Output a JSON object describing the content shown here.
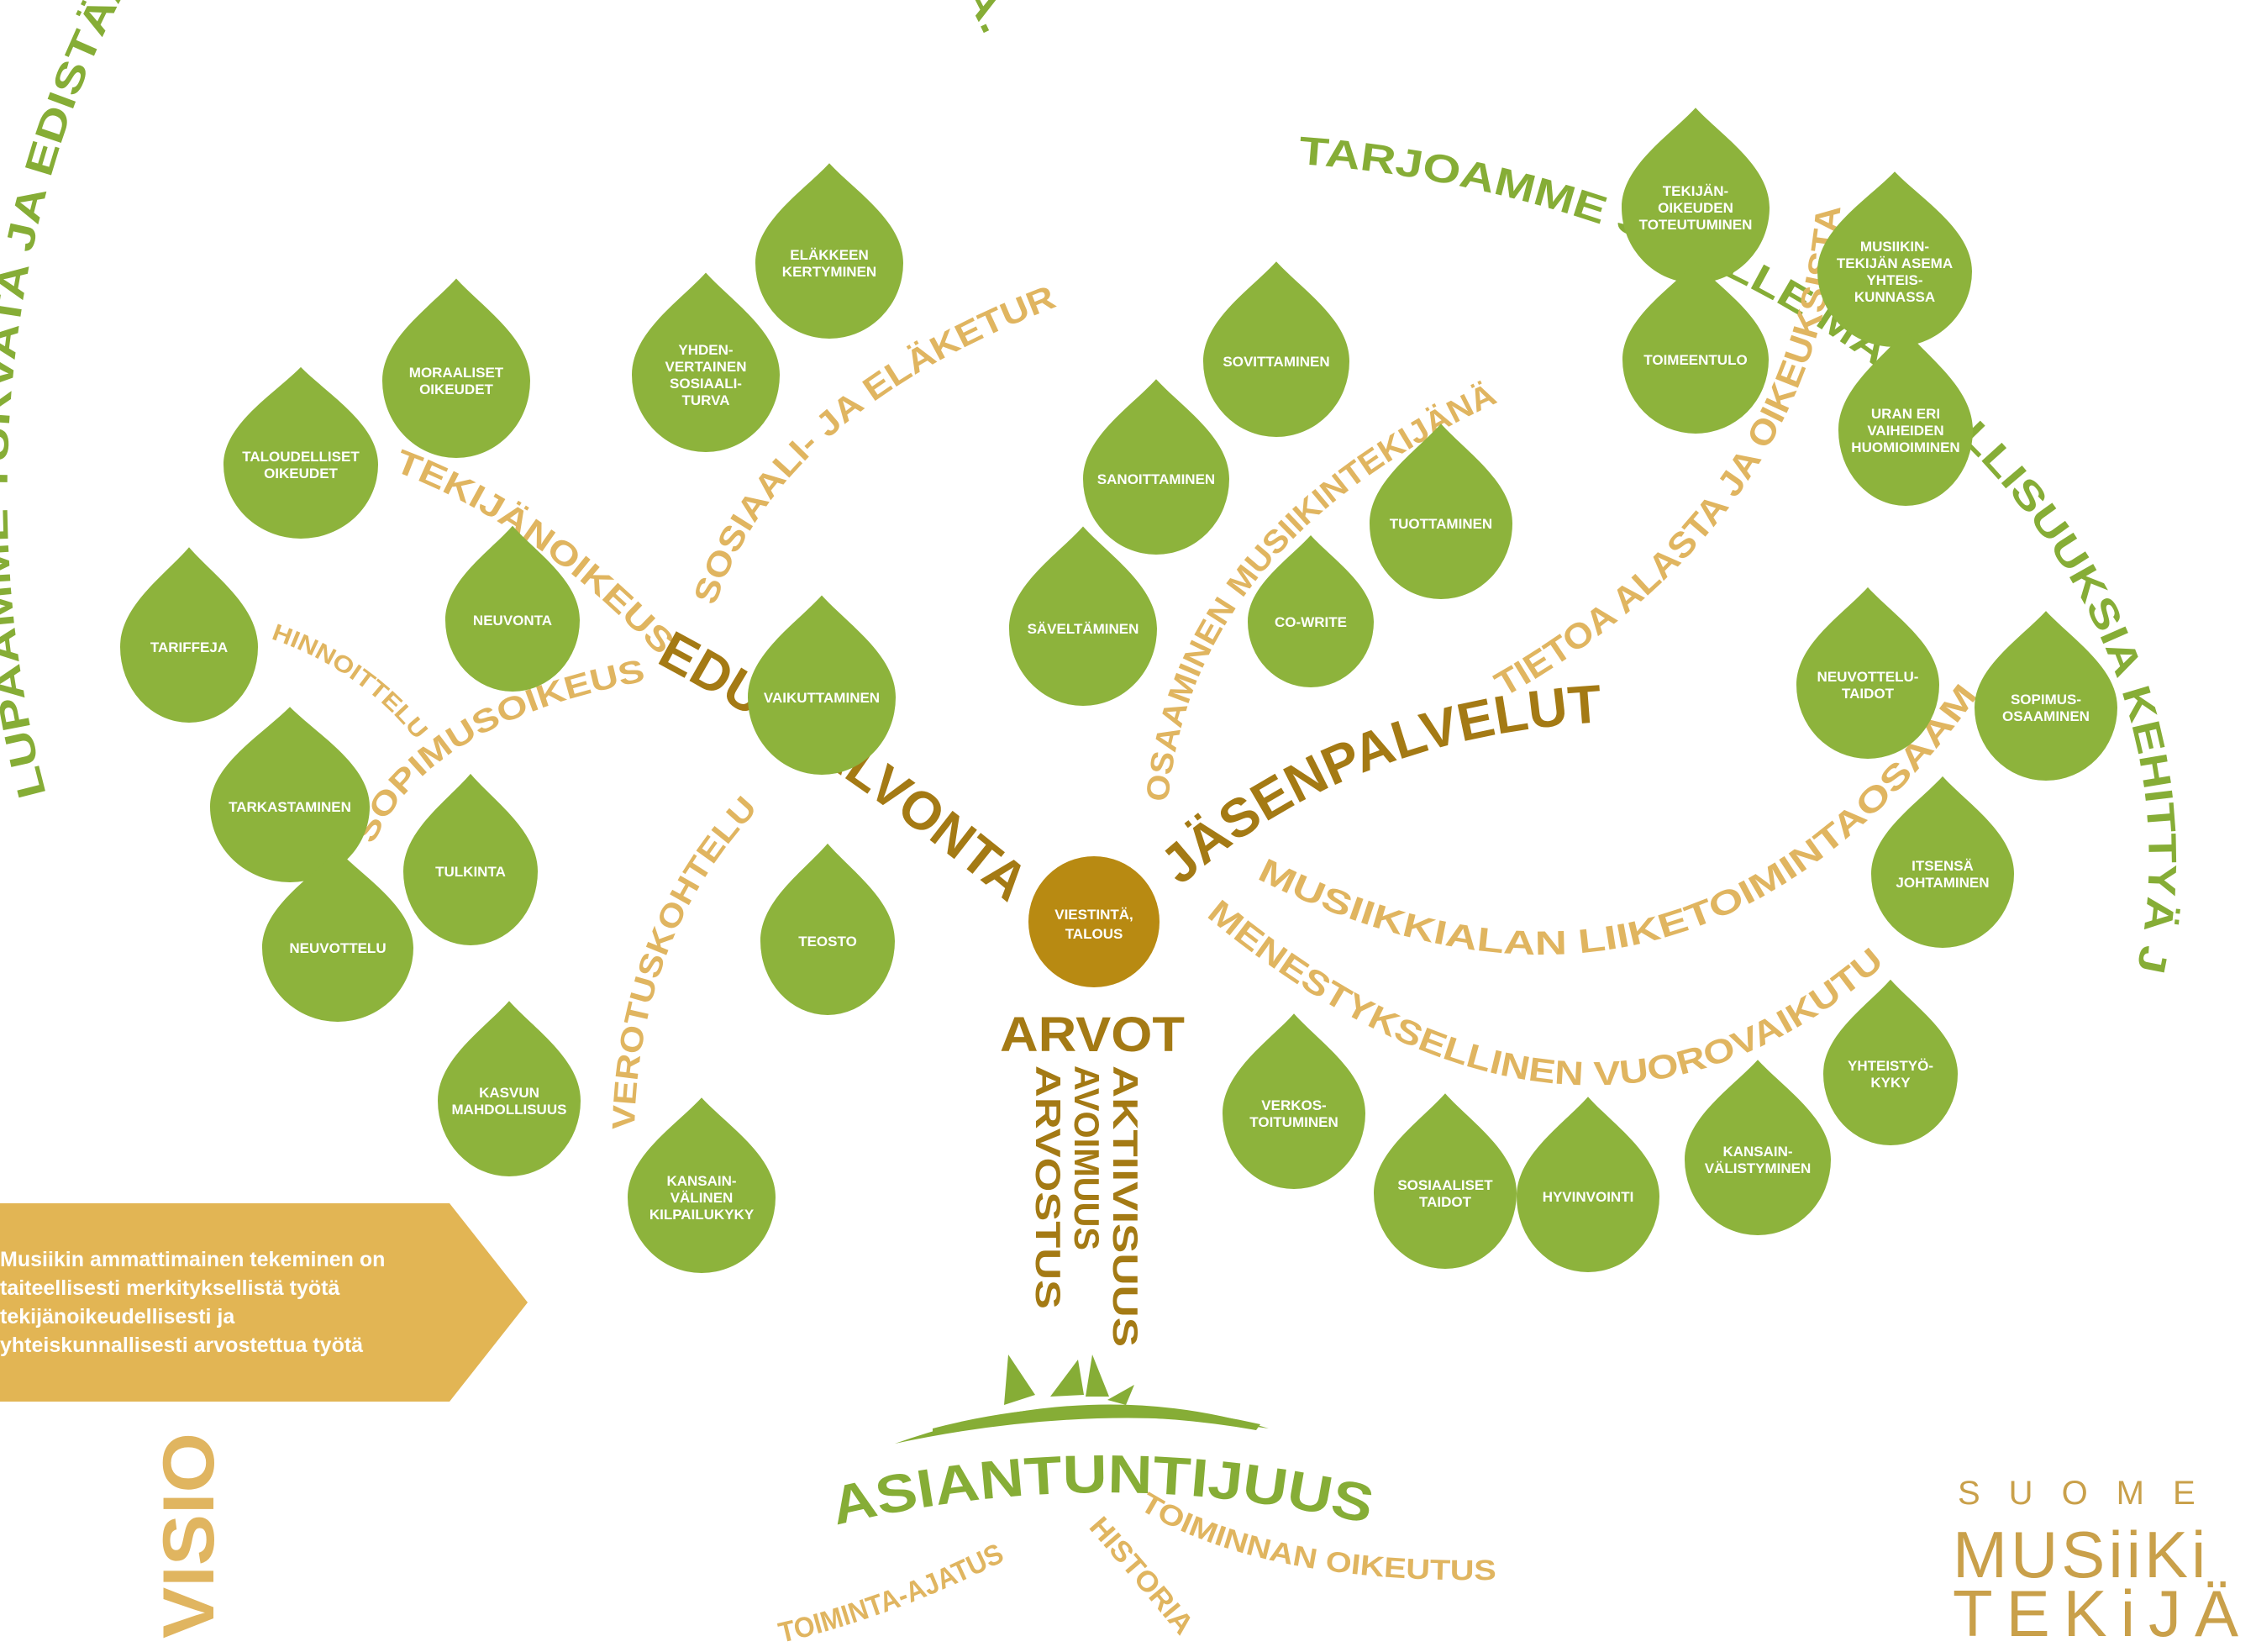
{
  "colors": {
    "leaf": "#8db33c",
    "green_text": "#86ad36",
    "gold_text": "#e0b560",
    "brown_text": "#a47a14",
    "center": "#b88a12",
    "vision_box": "#e2b554",
    "ground": "#86ad36"
  },
  "arcs": {
    "left": "LUPAAMME TURVATA JA EDISTÄÄ MUSIIKINTEKIJÖIDEN OIKEUKSIA JA ETUJA.",
    "right": "TARJOAMME SINULLE MAHDOLLISUUKSIA KEHITTYÄ JA VOIDA HYVIN MUSIIKINTEKIJÄNÄ."
  },
  "branches": {
    "edunvalvonta": "EDUNVALVONTA",
    "jasenpalvelut": "JÄSENPALVELUT",
    "tekijanoikeus": "TEKIJÄNOIKEUS",
    "sosiaali": "SOSIAALI- JA ELÄKETURVA",
    "sopimusoikeus": "SOPIMUSOIKEUS",
    "hinnoittelu": "HINNOITTELU",
    "verotuskohtelu": "VEROTUSKOHTELU",
    "osaaminen": "OSAAMINEN MUSIIKINTEKIJÄNÄ",
    "tietoa": "TIETOA ALASTA JA OIKEUKSISTA",
    "liiketoiminta": "MUSIIKKIALAN LIIKETOIMINTAOSAAMINEN",
    "menestyksellinen": "MENESTYKSELLINEN VUOROVAIKUTUS"
  },
  "center": {
    "line1": "VIESTINTÄ,",
    "line2": "TALOUS"
  },
  "values": {
    "title": "ARVOT",
    "items": [
      "AKTIIVISUUS",
      "AVOIMUUS",
      "ARVOSTUS"
    ]
  },
  "roots": {
    "main": "ASIANTUNTIJUUS",
    "toiminta_ajatus": "TOIMINTA-AJATUS",
    "historia": "HISTORIA",
    "toiminnan_oikeutus": "TOIMINNAN OIKEUTUS"
  },
  "vision": {
    "lines": [
      "Musiikin ammattimainen tekeminen on",
      "taiteellisesti merkityksellistä työtä",
      "tekijänoikeudellisesti ja",
      "yhteiskunnallisesti arvostettua työtä"
    ],
    "label": "VISIO"
  },
  "logo": {
    "line1": "SUOME",
    "line2": "MUSiiKi",
    "line3": "TEKiJÄ"
  },
  "leaves": [
    {
      "id": "elakkeen",
      "lines": [
        "ELÄKKEEN",
        "KERTYMINEN"
      ]
    },
    {
      "id": "moraaliset",
      "lines": [
        "MORAALISET",
        "OIKEUDET"
      ]
    },
    {
      "id": "yhdenvertainen",
      "lines": [
        "YHDEN-",
        "VERTAINEN",
        "SOSIAALI-",
        "TURVA"
      ]
    },
    {
      "id": "taloudelliset",
      "lines": [
        "TALOUDELLISET",
        "OIKEUDET"
      ]
    },
    {
      "id": "neuvonta",
      "lines": [
        "NEUVONTA"
      ]
    },
    {
      "id": "tariffeja",
      "lines": [
        "TARIFFEJA"
      ]
    },
    {
      "id": "vaikuttaminen",
      "lines": [
        "VAIKUTTAMINEN"
      ]
    },
    {
      "id": "tarkastaminen",
      "lines": [
        "TARKASTAMINEN"
      ]
    },
    {
      "id": "tulkinta",
      "lines": [
        "TULKINTA"
      ]
    },
    {
      "id": "neuvottelu",
      "lines": [
        "NEUVOTTELU"
      ]
    },
    {
      "id": "teosto",
      "lines": [
        "TEOSTO"
      ]
    },
    {
      "id": "kasvun",
      "lines": [
        "KASVUN",
        "MAHDOLLISUUS"
      ]
    },
    {
      "id": "kansainvalinen",
      "lines": [
        "KANSAIN-",
        "VÄLINEN",
        "KILPAILUKYKY"
      ]
    },
    {
      "id": "sovittaminen",
      "lines": [
        "SOVITTAMINEN"
      ]
    },
    {
      "id": "sanoittaminen",
      "lines": [
        "SANOITTAMINEN"
      ]
    },
    {
      "id": "tuottaminen",
      "lines": [
        "TUOTTAMINEN"
      ]
    },
    {
      "id": "cowrite",
      "lines": [
        "CO-WRITE"
      ]
    },
    {
      "id": "saveltaminen",
      "lines": [
        "SÄVELTÄMINEN"
      ]
    },
    {
      "id": "tekijanoikeuden",
      "lines": [
        "TEKIJÄN-",
        "OIKEUDEN",
        "TOTEUTUMINEN"
      ]
    },
    {
      "id": "musiikintekijan",
      "lines": [
        "MUSIIKIN-",
        "TEKIJÄN ASEMA",
        "YHTEIS-",
        "KUNNASSA"
      ]
    },
    {
      "id": "toimeentulo",
      "lines": [
        "TOIMEENTULO"
      ]
    },
    {
      "id": "uran",
      "lines": [
        "URAN ERI",
        "VAIHEIDEN",
        "HUOMIOIMINEN"
      ]
    },
    {
      "id": "neuvottelutaidot",
      "lines": [
        "NEUVOTTELU-",
        "TAIDOT"
      ]
    },
    {
      "id": "sopimusosaaminen",
      "lines": [
        "SOPIMUS-",
        "OSAAMINEN"
      ]
    },
    {
      "id": "itsensa",
      "lines": [
        "ITSENSÄ",
        "JOHTAMINEN"
      ]
    },
    {
      "id": "yhteistyokyky",
      "lines": [
        "YHTEISTYÖ-",
        "KYKY"
      ]
    },
    {
      "id": "verkostoituminen",
      "lines": [
        "VERKOS-",
        "TOITUMINEN"
      ]
    },
    {
      "id": "sosiaaliset",
      "lines": [
        "SOSIAALISET",
        "TAIDOT"
      ]
    },
    {
      "id": "hyvinvointi",
      "lines": [
        "HYVINVOINTI"
      ]
    },
    {
      "id": "kansainvalistyminen",
      "lines": [
        "KANSAIN-",
        "VÄLISTYMINEN"
      ]
    }
  ]
}
